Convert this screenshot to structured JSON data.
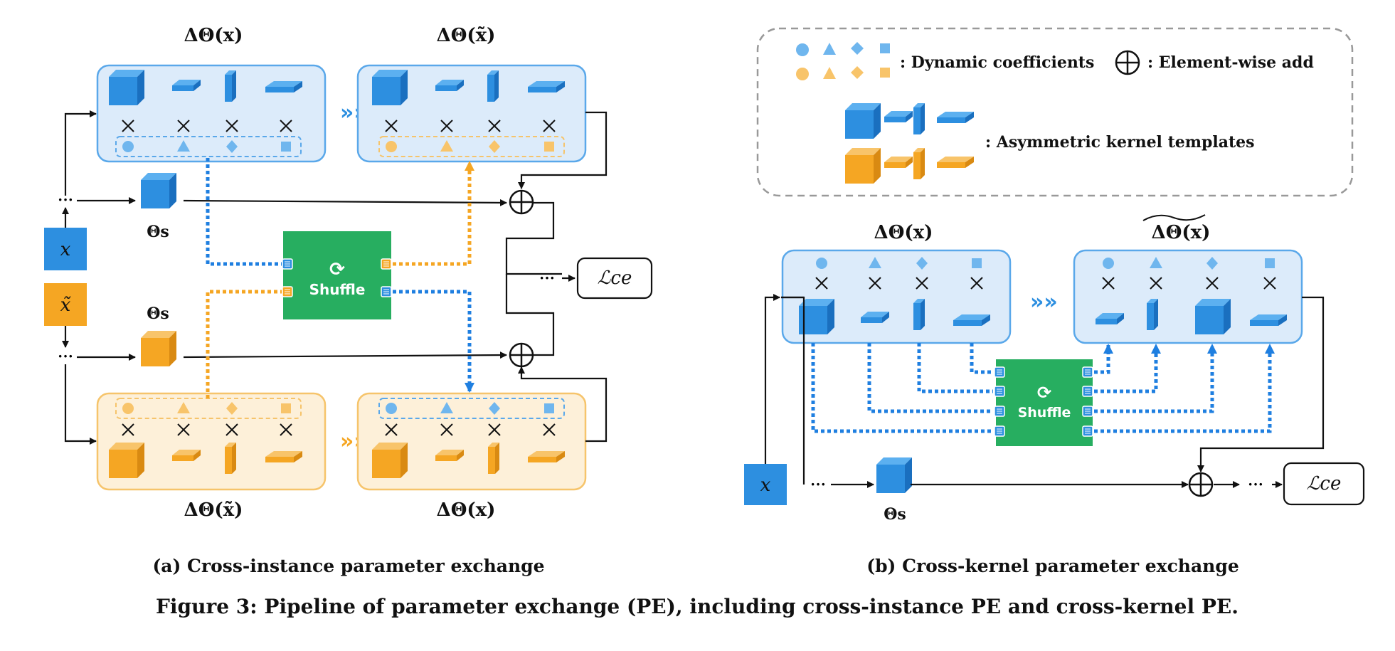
{
  "colors": {
    "blue": "#2d8fe0",
    "blue_panel": "#dcebfa",
    "blue_border": "#5aa8ea",
    "orange": "#f5a623",
    "orange_panel": "#fdf0d9",
    "orange_border": "#f6c46b",
    "green": "#27ae60",
    "dotted_blue": "#1f7fe0",
    "dotted_orange": "#f5a623"
  },
  "left": {
    "title_top_left": "ΔΘ(x)",
    "title_top_right": "ΔΘ(x̃)",
    "title_bottom_left": "ΔΘ(x̃)",
    "title_bottom_right": "ΔΘ(x)",
    "input_x": "x",
    "input_x_tilde": "x̃",
    "theta_s_top": "Θs",
    "theta_s_bottom": "Θs",
    "shuffle_label": "Shuffle",
    "loss_label": "ℒce",
    "ellipsis": "···"
  },
  "legend": {
    "dynamic_coefficients": ": Dynamic coefficients",
    "element_wise_add": ": Element-wise add",
    "kernel_templates": ": Asymmetric kernel templates"
  },
  "right": {
    "title_left": "ΔΘ(x)",
    "title_right": "ΔΘ(x)",
    "input_x": "x",
    "theta_s": "Θs",
    "shuffle_label": "Shuffle",
    "loss_label": "ℒce",
    "ellipsis": "···"
  },
  "captions": {
    "sub_a": "(a) Cross-instance parameter exchange",
    "sub_b": "(b) Cross-kernel parameter exchange",
    "figure": "Figure 3: Pipeline of parameter exchange (PE), including cross-instance PE and cross-kernel PE."
  }
}
